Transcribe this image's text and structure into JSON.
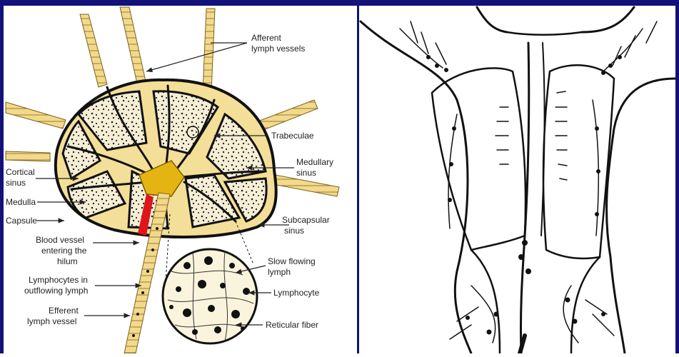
{
  "colors": {
    "frame": "#12127a",
    "node_fill": "#f4df98",
    "node_stroke": "#111111",
    "vessel_fill": "#f2d98c",
    "blood": "#e0141b",
    "hilum": "#e4b512",
    "ink": "#111111"
  },
  "labels": {
    "afferent_line1": "Afferent",
    "afferent_line2": "lymph vessels",
    "trabeculae": "Trabeculae",
    "medullary_line1": "Medullary",
    "medullary_line2": "sinus",
    "cortical_line1": "Cortical",
    "cortical_line2": "sinus",
    "medulla": "Medulla",
    "capsule": "Capsule",
    "subcapsular_line1": "Subcapsular",
    "subcapsular_line2": "sinus",
    "blood_line1": "Blood vessel",
    "blood_line2": "entering the",
    "blood_line3": "hilum",
    "slow_line1": "Slow flowing",
    "slow_line2": "lymph",
    "lymphocyte": "Lymphocyte",
    "lymphocytes_line1": "Lymphocytes in",
    "lymphocytes_line2": "outflowing lymph",
    "efferent_line1": "Efferent",
    "efferent_line2": "lymph vessel",
    "reticular": "Reticular fiber"
  }
}
